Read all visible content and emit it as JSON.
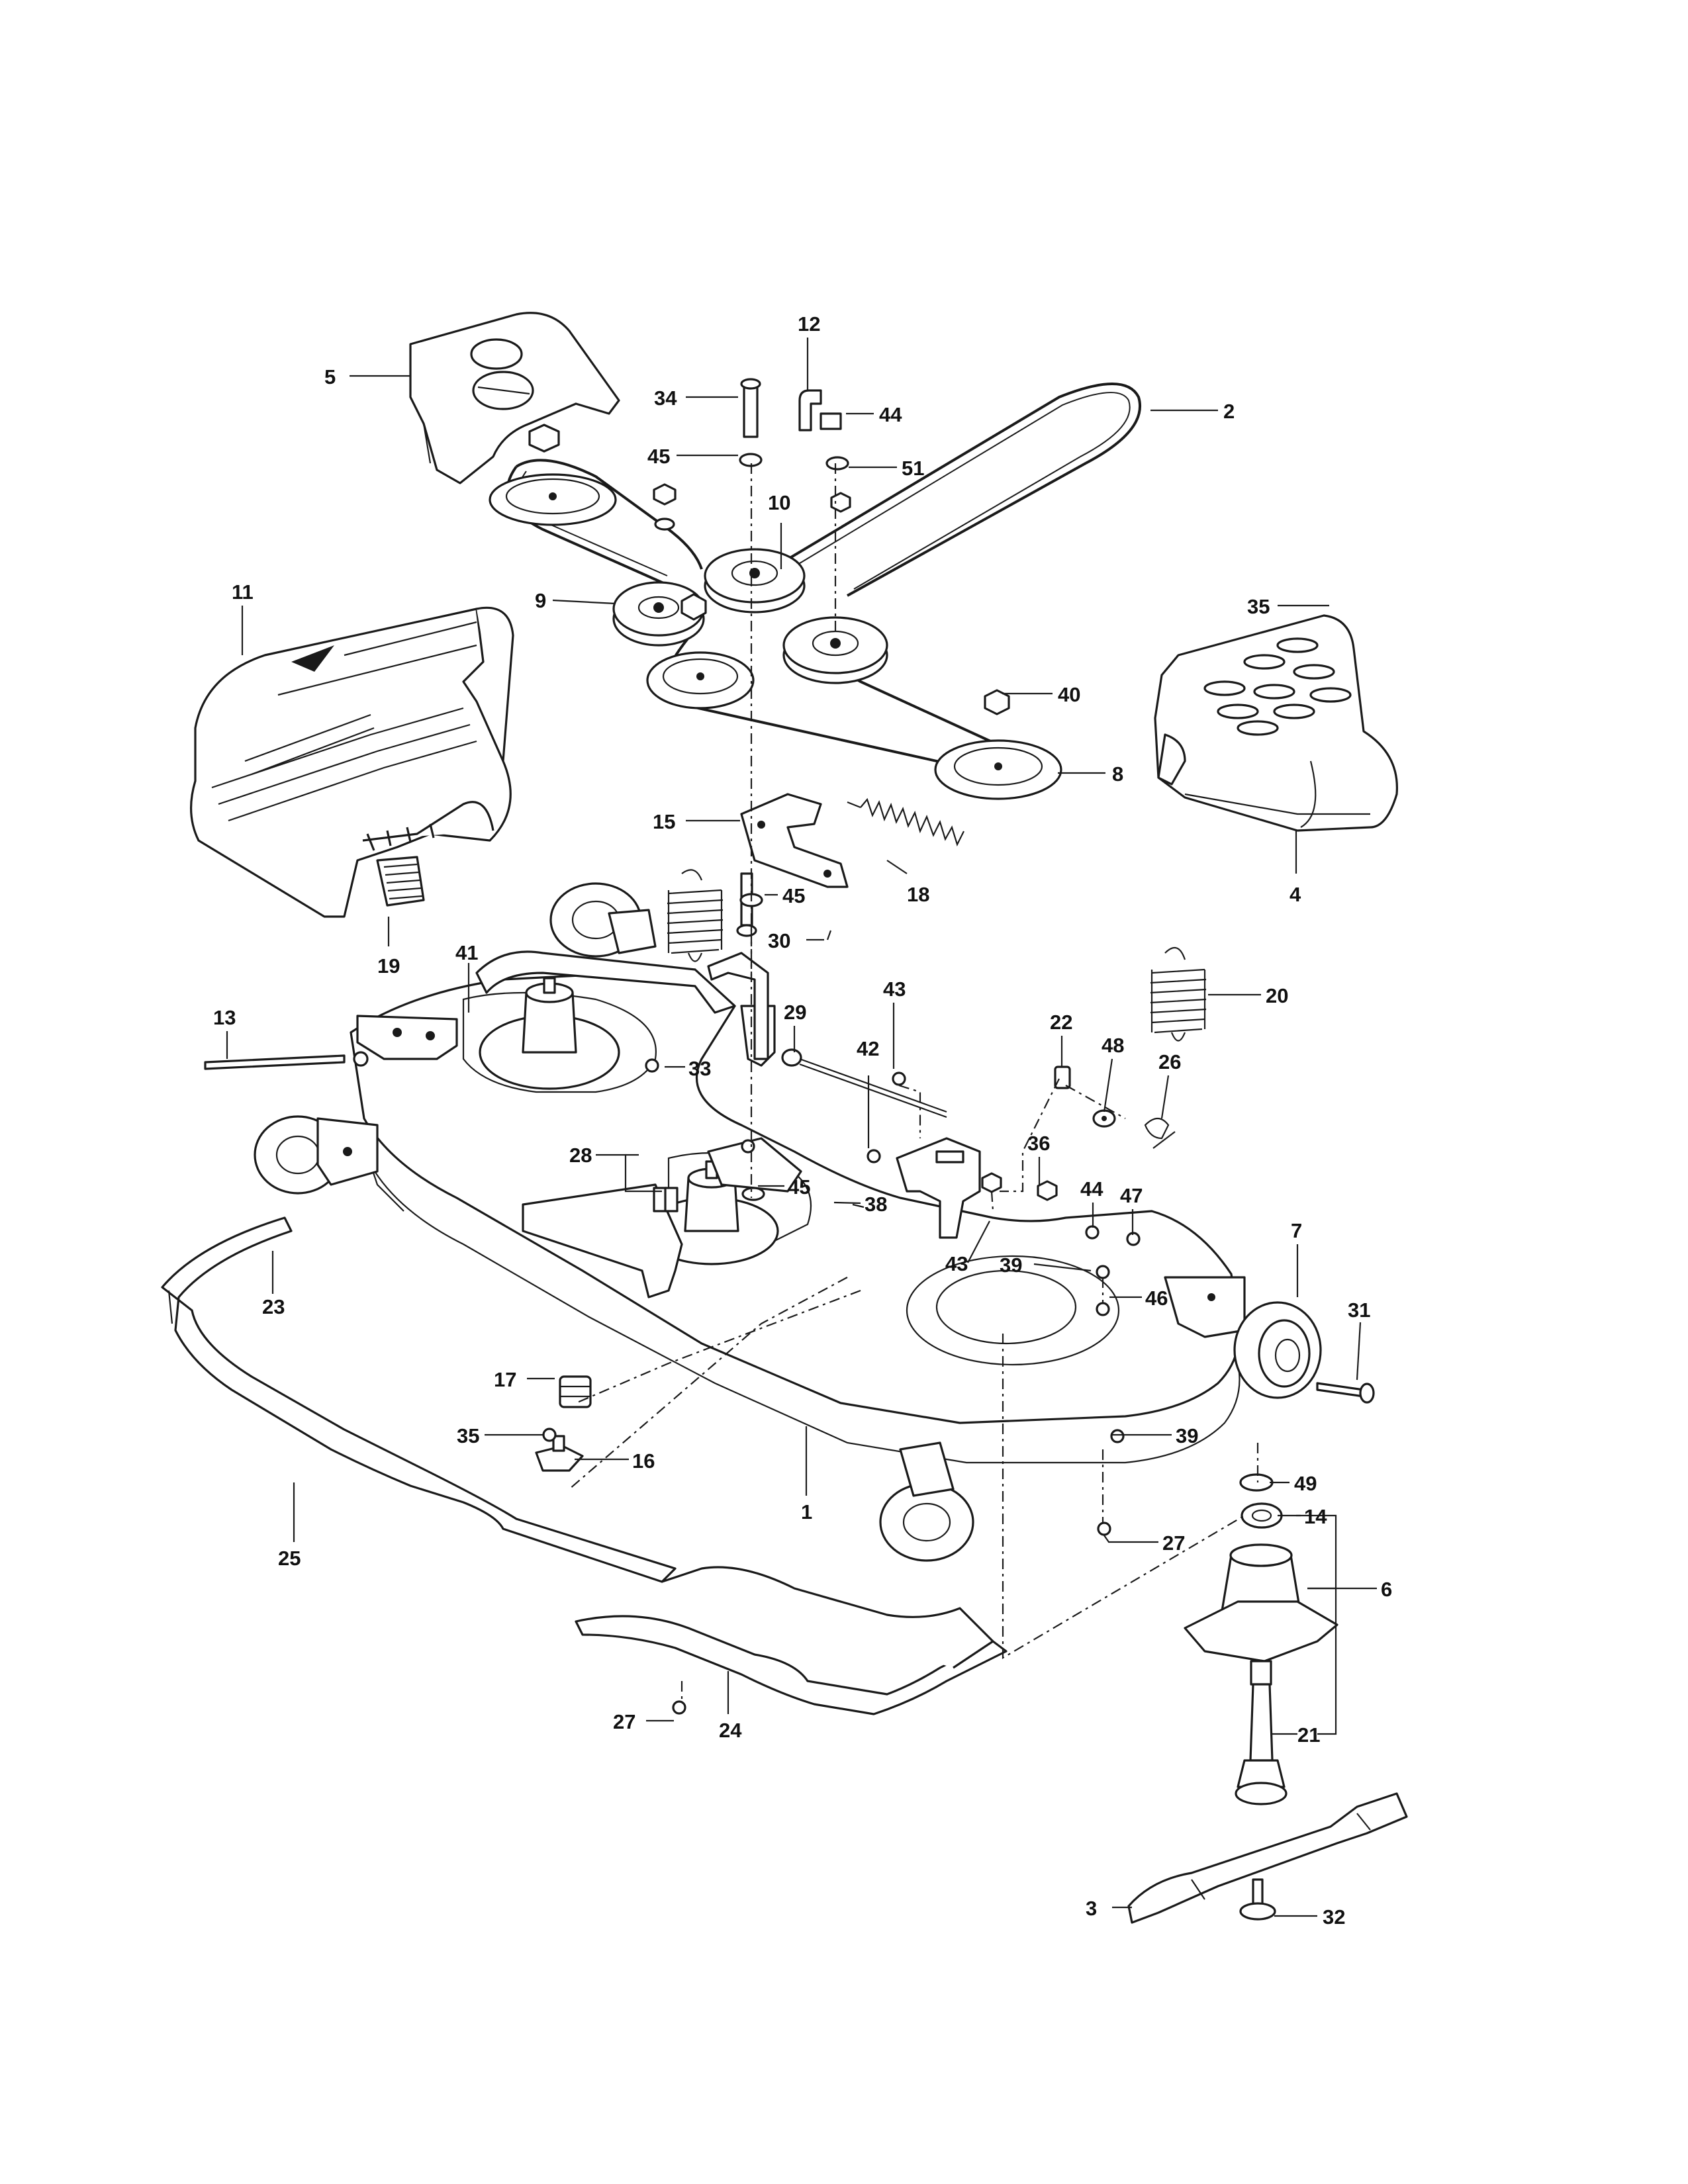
{
  "diagram": {
    "callouts": {
      "c1": "1",
      "c2": "2",
      "c3": "3",
      "c4": "4",
      "c5": "5",
      "c6": "6",
      "c7": "7",
      "c8": "8",
      "c9": "9",
      "c10": "10",
      "c11": "11",
      "c12": "12",
      "c13": "13",
      "c14": "14",
      "c15": "15",
      "c16": "16",
      "c17": "17",
      "c18": "18",
      "c19": "19",
      "c20": "20",
      "c21": "21",
      "c22": "22",
      "c23": "23",
      "c24": "24",
      "c25": "25",
      "c26": "26",
      "c27a": "27",
      "c27b": "27",
      "c28": "28",
      "c29": "29",
      "c30": "30",
      "c31": "31",
      "c32": "32",
      "c33": "33",
      "c34": "34",
      "c35a": "35",
      "c35b": "35",
      "c36": "36",
      "c38": "38",
      "c39a": "39",
      "c39b": "39",
      "c40": "40",
      "c41": "41",
      "c42": "42",
      "c43a": "43",
      "c43b": "43",
      "c44a": "44",
      "c44b": "44",
      "c45a": "45",
      "c45b": "45",
      "c45c": "45",
      "c46": "46",
      "c47": "47",
      "c48": "48",
      "c49": "49",
      "c51": "51"
    }
  }
}
